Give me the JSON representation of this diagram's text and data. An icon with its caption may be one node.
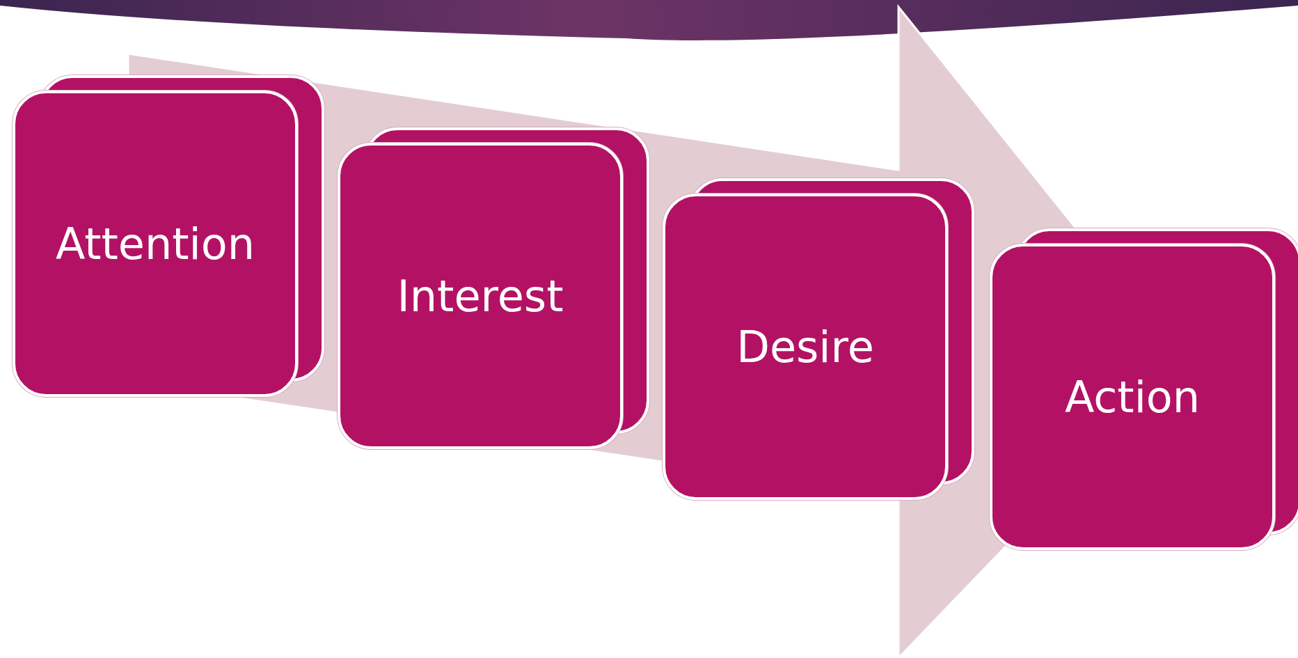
{
  "diagram": {
    "nodes": [
      {
        "text": [
          "Attention"
        ]
      },
      {
        "text": [
          "Interest"
        ]
      },
      {
        "text": [
          "Desire"
        ]
      },
      {
        "text": [
          "Action"
        ]
      }
    ],
    "edges": [
      {
        "from": 0,
        "to": 3,
        "arrow": "to"
      }
    ]
  }
}
